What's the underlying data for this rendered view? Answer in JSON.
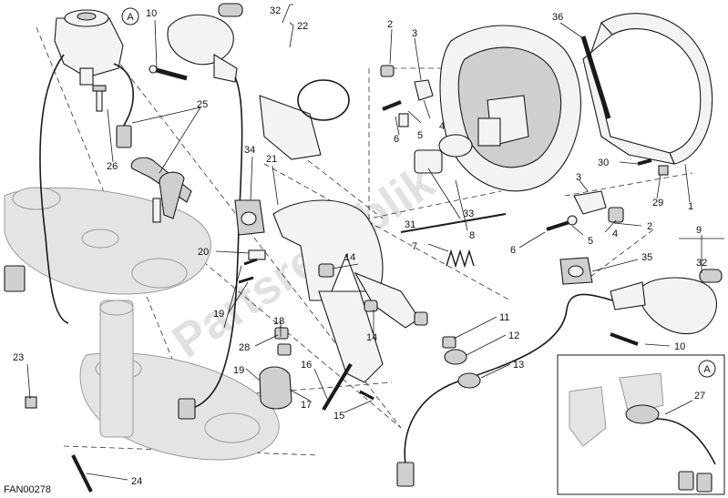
{
  "diagram": {
    "figure_code": "FAN00278",
    "watermark": "Partsrepublik",
    "inset_label": "A",
    "callouts": [
      "1",
      "2",
      "3",
      "4",
      "5",
      "6",
      "7",
      "8",
      "9",
      "10",
      "11",
      "12",
      "13",
      "14",
      "15",
      "16",
      "17",
      "18",
      "19",
      "20",
      "21",
      "22",
      "23",
      "24",
      "25",
      "26",
      "27",
      "28",
      "29",
      "30",
      "31",
      "32",
      "33",
      "34",
      "35",
      "36"
    ]
  }
}
